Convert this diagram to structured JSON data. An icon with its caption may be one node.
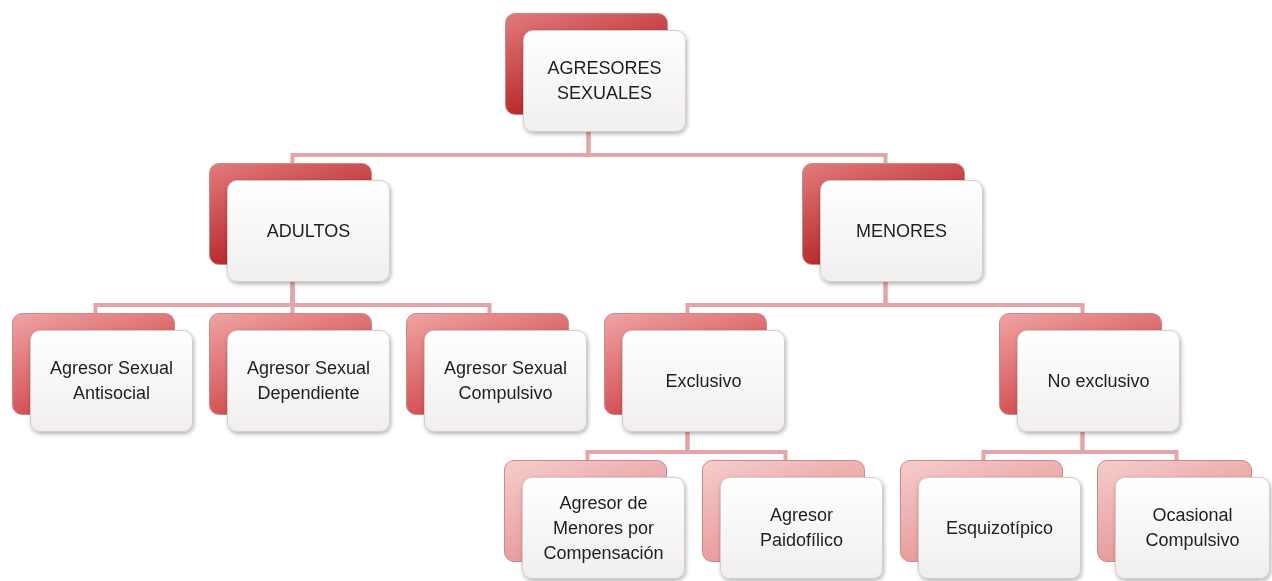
{
  "diagram": {
    "nodes": [
      {
        "text": [
          "AGRESORES SEXUALES"
        ]
      },
      {
        "text": [
          "ADULTOS"
        ]
      },
      {
        "text": [
          "MENORES"
        ]
      },
      {
        "text": [
          "Agresor Sexual Antisocial"
        ]
      },
      {
        "text": [
          "Agresor Sexual Dependiente"
        ]
      },
      {
        "text": [
          "Agresor Sexual Compulsivo"
        ]
      },
      {
        "text": [
          "Exclusivo"
        ]
      },
      {
        "text": [
          "No exclusivo"
        ]
      },
      {
        "text": [
          "Agresor de Menores por Compensación"
        ]
      },
      {
        "text": [
          "Agresor Paidofílico"
        ]
      },
      {
        "text": [
          "Esquizotípico"
        ]
      },
      {
        "text": [
          "Ocasional Compulsivo"
        ]
      }
    ],
    "edges": [
      {
        "from": 0,
        "to": 1,
        "arrow": "none"
      },
      {
        "from": 0,
        "to": 2,
        "arrow": "none"
      },
      {
        "from": 1,
        "to": 3,
        "arrow": "none"
      },
      {
        "from": 1,
        "to": 4,
        "arrow": "none"
      },
      {
        "from": 1,
        "to": 5,
        "arrow": "none"
      },
      {
        "from": 2,
        "to": 6,
        "arrow": "none"
      },
      {
        "from": 2,
        "to": 7,
        "arrow": "none"
      },
      {
        "from": 6,
        "to": 8,
        "arrow": "none"
      },
      {
        "from": 6,
        "to": 9,
        "arrow": "none"
      },
      {
        "from": 7,
        "to": 10,
        "arrow": "none"
      },
      {
        "from": 7,
        "to": 11,
        "arrow": "none"
      }
    ]
  }
}
